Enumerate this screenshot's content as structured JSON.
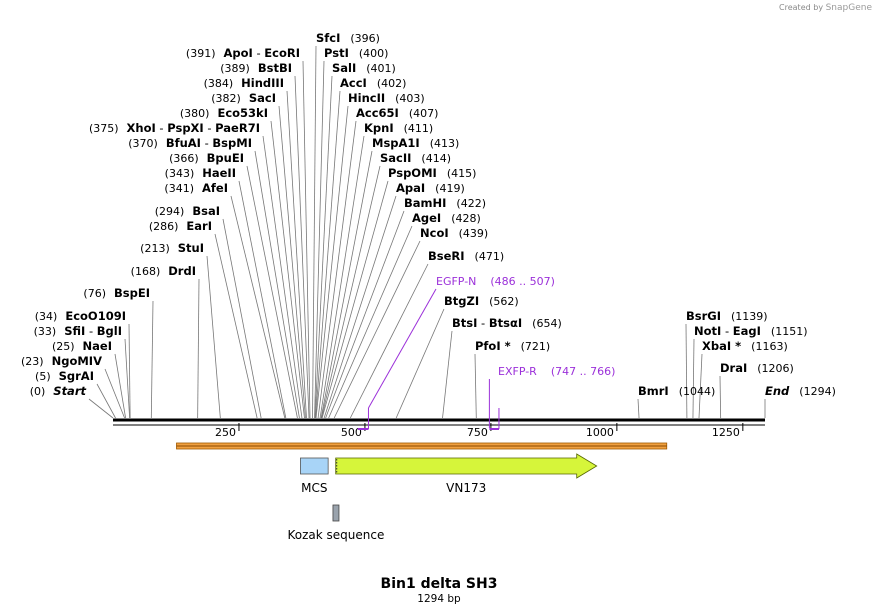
{
  "credit": {
    "text": "Created by",
    "brand": "SnapGene"
  },
  "construct": {
    "name": "Bin1 delta SH3",
    "length_label": "1294 bp"
  },
  "sequence_length": 1294,
  "ruler_ticks": [
    {
      "value": 250,
      "label": "250"
    },
    {
      "value": 500,
      "label": "500"
    },
    {
      "value": 750,
      "label": "750"
    },
    {
      "value": 1000,
      "label": "1000"
    },
    {
      "value": 1250,
      "label": "1250"
    }
  ],
  "sites": [
    {
      "id": "sfci",
      "name": "SfcI",
      "pos": "(396)",
      "at": 396,
      "side": "right"
    },
    {
      "id": "psti",
      "name": "PstI",
      "pos": "(400)",
      "at": 400,
      "side": "right"
    },
    {
      "id": "sali",
      "name": "SalI",
      "pos": "(401)",
      "at": 401,
      "side": "right"
    },
    {
      "id": "acci",
      "name": "AccI",
      "pos": "(402)",
      "at": 402,
      "side": "right"
    },
    {
      "id": "hincii",
      "name": "HincII",
      "pos": "(403)",
      "at": 403,
      "side": "right"
    },
    {
      "id": "acc65i",
      "name": "Acc65I",
      "pos": "(407)",
      "at": 407,
      "side": "right"
    },
    {
      "id": "kpni",
      "name": "KpnI",
      "pos": "(411)",
      "at": 411,
      "side": "right"
    },
    {
      "id": "mspa1i",
      "name": "MspA1I",
      "pos": "(413)",
      "at": 413,
      "side": "right"
    },
    {
      "id": "sacii",
      "name": "SacII",
      "pos": "(414)",
      "at": 414,
      "side": "right"
    },
    {
      "id": "pspomi",
      "name": "PspOMI",
      "pos": "(415)",
      "at": 415,
      "side": "right"
    },
    {
      "id": "apai",
      "name": "ApaI",
      "pos": "(419)",
      "at": 419,
      "side": "right"
    },
    {
      "id": "bamhi",
      "name": "BamHI",
      "pos": "(422)",
      "at": 422,
      "side": "right"
    },
    {
      "id": "agei",
      "name": "AgeI",
      "pos": "(428)",
      "at": 428,
      "side": "right"
    },
    {
      "id": "ncoi",
      "name": "NcoI",
      "pos": "(439)",
      "at": 439,
      "side": "right"
    },
    {
      "id": "bseri",
      "name": "BseRI",
      "pos": "(471)",
      "at": 471,
      "side": "right"
    },
    {
      "id": "btgzi",
      "name": "BtgZI",
      "pos": "(562)",
      "at": 562,
      "side": "right"
    },
    {
      "id": "btsi",
      "name": "BtsI - BtsαI",
      "pos": "(654)",
      "at": 654,
      "side": "right"
    },
    {
      "id": "pfoi",
      "name": "PfoI *",
      "pos": "(721)",
      "at": 721,
      "side": "right"
    },
    {
      "id": "apoi",
      "name": "ApoI - EcoRI",
      "pos": "(391)",
      "at": 391,
      "side": "left"
    },
    {
      "id": "bstbi",
      "name": "BstBI",
      "pos": "(389)",
      "at": 389,
      "side": "left"
    },
    {
      "id": "hindiii",
      "name": "HindIII",
      "pos": "(384)",
      "at": 384,
      "side": "left"
    },
    {
      "id": "saci",
      "name": "SacI",
      "pos": "(382)",
      "at": 382,
      "side": "left"
    },
    {
      "id": "eco53ki",
      "name": "Eco53kI",
      "pos": "(380)",
      "at": 380,
      "side": "left"
    },
    {
      "id": "xhoi",
      "name": "XhoI - PspXI - PaeR7I",
      "pos": "(375)",
      "at": 375,
      "side": "left"
    },
    {
      "id": "bfuai",
      "name": "BfuAI - BspMI",
      "pos": "(370)",
      "at": 370,
      "side": "left"
    },
    {
      "id": "bpuei",
      "name": "BpuEI",
      "pos": "(366)",
      "at": 366,
      "side": "left"
    },
    {
      "id": "haeii",
      "name": "HaeII",
      "pos": "(343)",
      "at": 343,
      "side": "left"
    },
    {
      "id": "afei",
      "name": "AfeI",
      "pos": "(341)",
      "at": 341,
      "side": "left"
    },
    {
      "id": "bsai",
      "name": "BsaI",
      "pos": "(294)",
      "at": 294,
      "side": "left"
    },
    {
      "id": "eari",
      "name": "EarI",
      "pos": "(286)",
      "at": 286,
      "side": "left"
    },
    {
      "id": "stui",
      "name": "StuI",
      "pos": "(213)",
      "at": 213,
      "side": "left"
    },
    {
      "id": "drdi",
      "name": "DrdI",
      "pos": "(168)",
      "at": 168,
      "side": "left"
    },
    {
      "id": "bspei",
      "name": "BspEI",
      "pos": "(76)",
      "at": 76,
      "side": "left"
    },
    {
      "id": "ecoo109i",
      "name": "EcoO109I",
      "pos": "(34)",
      "at": 34,
      "side": "left"
    },
    {
      "id": "sfii",
      "name": "SfiI - BglI",
      "pos": "(33)",
      "at": 33,
      "side": "left"
    },
    {
      "id": "naei",
      "name": "NaeI",
      "pos": "(25)",
      "at": 25,
      "side": "left"
    },
    {
      "id": "ngomiv",
      "name": "NgoMIV",
      "pos": "(23)",
      "at": 23,
      "side": "left"
    },
    {
      "id": "sgrai",
      "name": "SgrAI",
      "pos": "(5)",
      "at": 5,
      "side": "left"
    },
    {
      "id": "start",
      "name": "Start",
      "pos": "(0)",
      "at": 0,
      "side": "left",
      "italic": true
    },
    {
      "id": "bsrgi",
      "name": "BsrGI",
      "pos": "(1139)",
      "at": 1139,
      "side": "right"
    },
    {
      "id": "noti",
      "name": "NotI - EagI",
      "pos": "(1151)",
      "at": 1151,
      "side": "right"
    },
    {
      "id": "xbai",
      "name": "XbaI *",
      "pos": "(1163)",
      "at": 1163,
      "side": "right"
    },
    {
      "id": "drai",
      "name": "DraI",
      "pos": "(1206)",
      "at": 1206,
      "side": "right"
    },
    {
      "id": "bmri",
      "name": "BmrI",
      "pos": "(1044)",
      "at": 1044,
      "side": "right"
    },
    {
      "id": "end",
      "name": "End",
      "pos": "(1294)",
      "at": 1294,
      "side": "right",
      "italic": true
    }
  ],
  "primers": [
    {
      "id": "egfp-n",
      "name": "EGFP-N",
      "range": "(486 .. 507)",
      "start": 486,
      "end": 507,
      "color": "#9b30d9"
    },
    {
      "id": "exfp-r",
      "name": "EXFP-R",
      "range": "(747 .. 766)",
      "start": 747,
      "end": 766,
      "color": "#9b30d9"
    }
  ],
  "features": [
    {
      "id": "mcs",
      "name": "MCS",
      "start": 372,
      "end": 427,
      "color": "#a8d4f7",
      "kind": "box"
    },
    {
      "id": "vn173",
      "name": "VN173",
      "start": 442,
      "end": 960,
      "color": "#d6f53a",
      "kind": "arrow"
    },
    {
      "id": "kozak",
      "name": "Kozak sequence",
      "start": 438,
      "end": 447,
      "color": "#9aa3ad",
      "kind": "small"
    }
  ],
  "orf": {
    "start": 126,
    "end": 1099,
    "color": "#f0a040"
  }
}
